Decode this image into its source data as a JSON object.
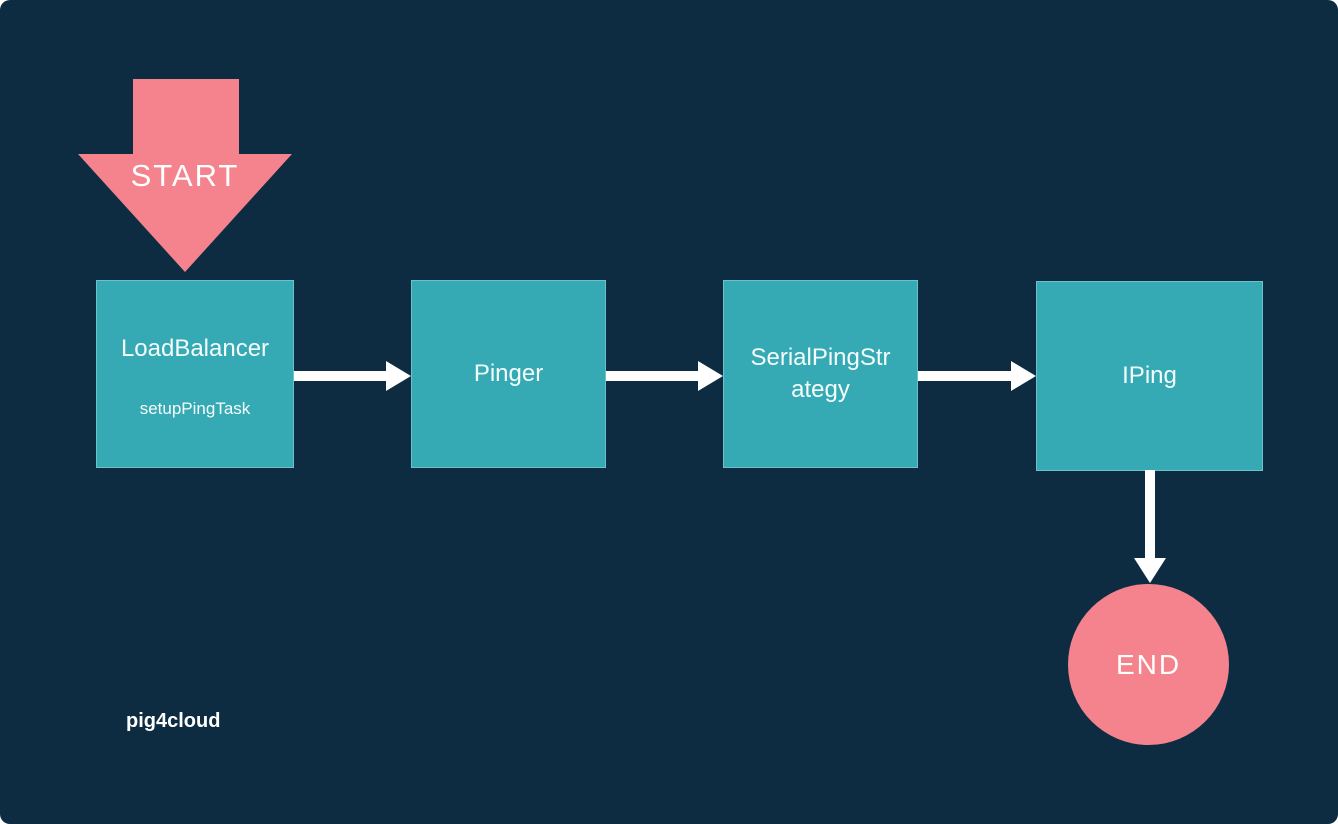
{
  "colors": {
    "background": "#0d2c42",
    "node_fill": "#35a9b4",
    "accent_pink": "#f4838d",
    "arrow_white": "#ffffff"
  },
  "diagram": {
    "type": "flowchart",
    "start_label": "START",
    "end_label": "END",
    "watermark": "pig4cloud",
    "nodes": [
      {
        "id": "loadbalancer",
        "label": "LoadBalancer",
        "sublabel": "setupPingTask"
      },
      {
        "id": "pinger",
        "label": "Pinger"
      },
      {
        "id": "serialpingstrategy",
        "label": "SerialPingStrategy",
        "label_lines": [
          "SerialPingStr",
          "ategy"
        ]
      },
      {
        "id": "iping",
        "label": "IPing"
      }
    ],
    "edges": [
      {
        "from": "start",
        "to": "loadbalancer"
      },
      {
        "from": "loadbalancer",
        "to": "pinger"
      },
      {
        "from": "pinger",
        "to": "serialpingstrategy"
      },
      {
        "from": "serialpingstrategy",
        "to": "iping"
      },
      {
        "from": "iping",
        "to": "end"
      }
    ]
  }
}
